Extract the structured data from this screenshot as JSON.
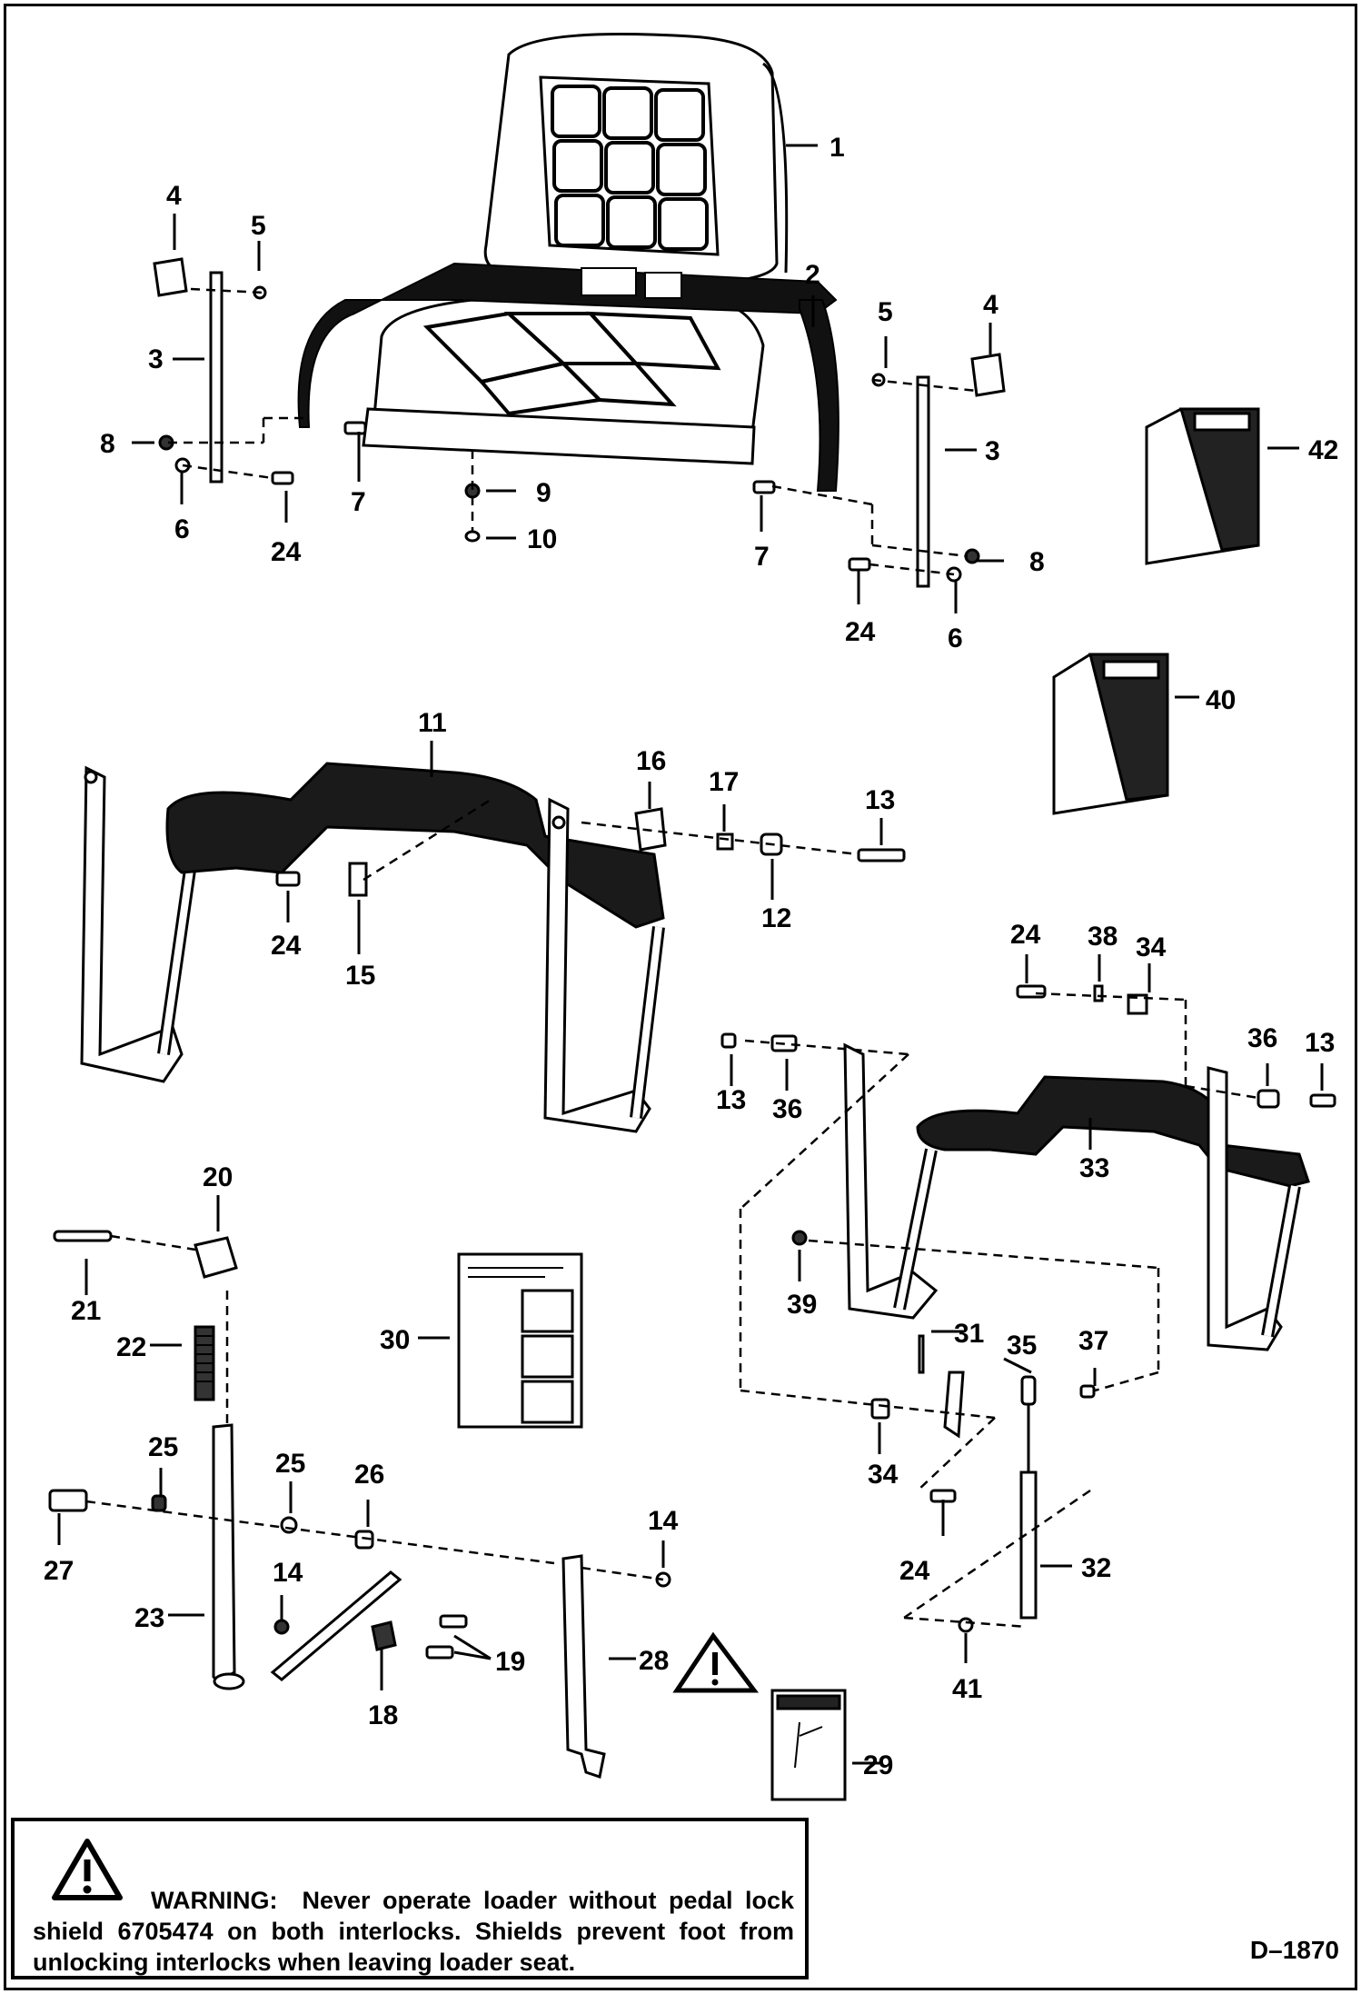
{
  "diagram": {
    "labels": {
      "p1": "1",
      "p2": "2",
      "p3a": "3",
      "p3b": "3",
      "p4a": "4",
      "p4b": "4",
      "p5a": "5",
      "p5b": "5",
      "p6a": "6",
      "p6b": "6",
      "p7a": "7",
      "p7b": "7",
      "p8a": "8",
      "p8b": "8",
      "p9": "9",
      "p10": "10",
      "p11": "11",
      "p12": "12",
      "p13a": "13",
      "p13b": "13",
      "p13c": "13",
      "p14a": "14",
      "p14b": "14",
      "p15": "15",
      "p16": "16",
      "p17": "17",
      "p18": "18",
      "p19": "19",
      "p20": "20",
      "p21": "21",
      "p22": "22",
      "p23": "23",
      "p24a": "24",
      "p24b": "24",
      "p24c": "24",
      "p24d": "24",
      "p24e": "24",
      "p25a": "25",
      "p25b": "25",
      "p26": "26",
      "p27": "27",
      "p28": "28",
      "p29": "29",
      "p30": "30",
      "p31": "31",
      "p32": "32",
      "p33": "33",
      "p34a": "34",
      "p34b": "34",
      "p35": "35",
      "p36a": "36",
      "p36b": "36",
      "p37": "37",
      "p38": "38",
      "p39": "39",
      "p40": "40",
      "p41": "41",
      "p42": "42"
    }
  },
  "warning": {
    "keyword": "WARNING:",
    "message": "Never operate loader without pedal lock shield 6705474 on both interlocks. Shields prevent foot from unlocking interlocks when leaving loader seat.",
    "icon": "warning-triangle-icon"
  },
  "drawing_id": "D–1870"
}
